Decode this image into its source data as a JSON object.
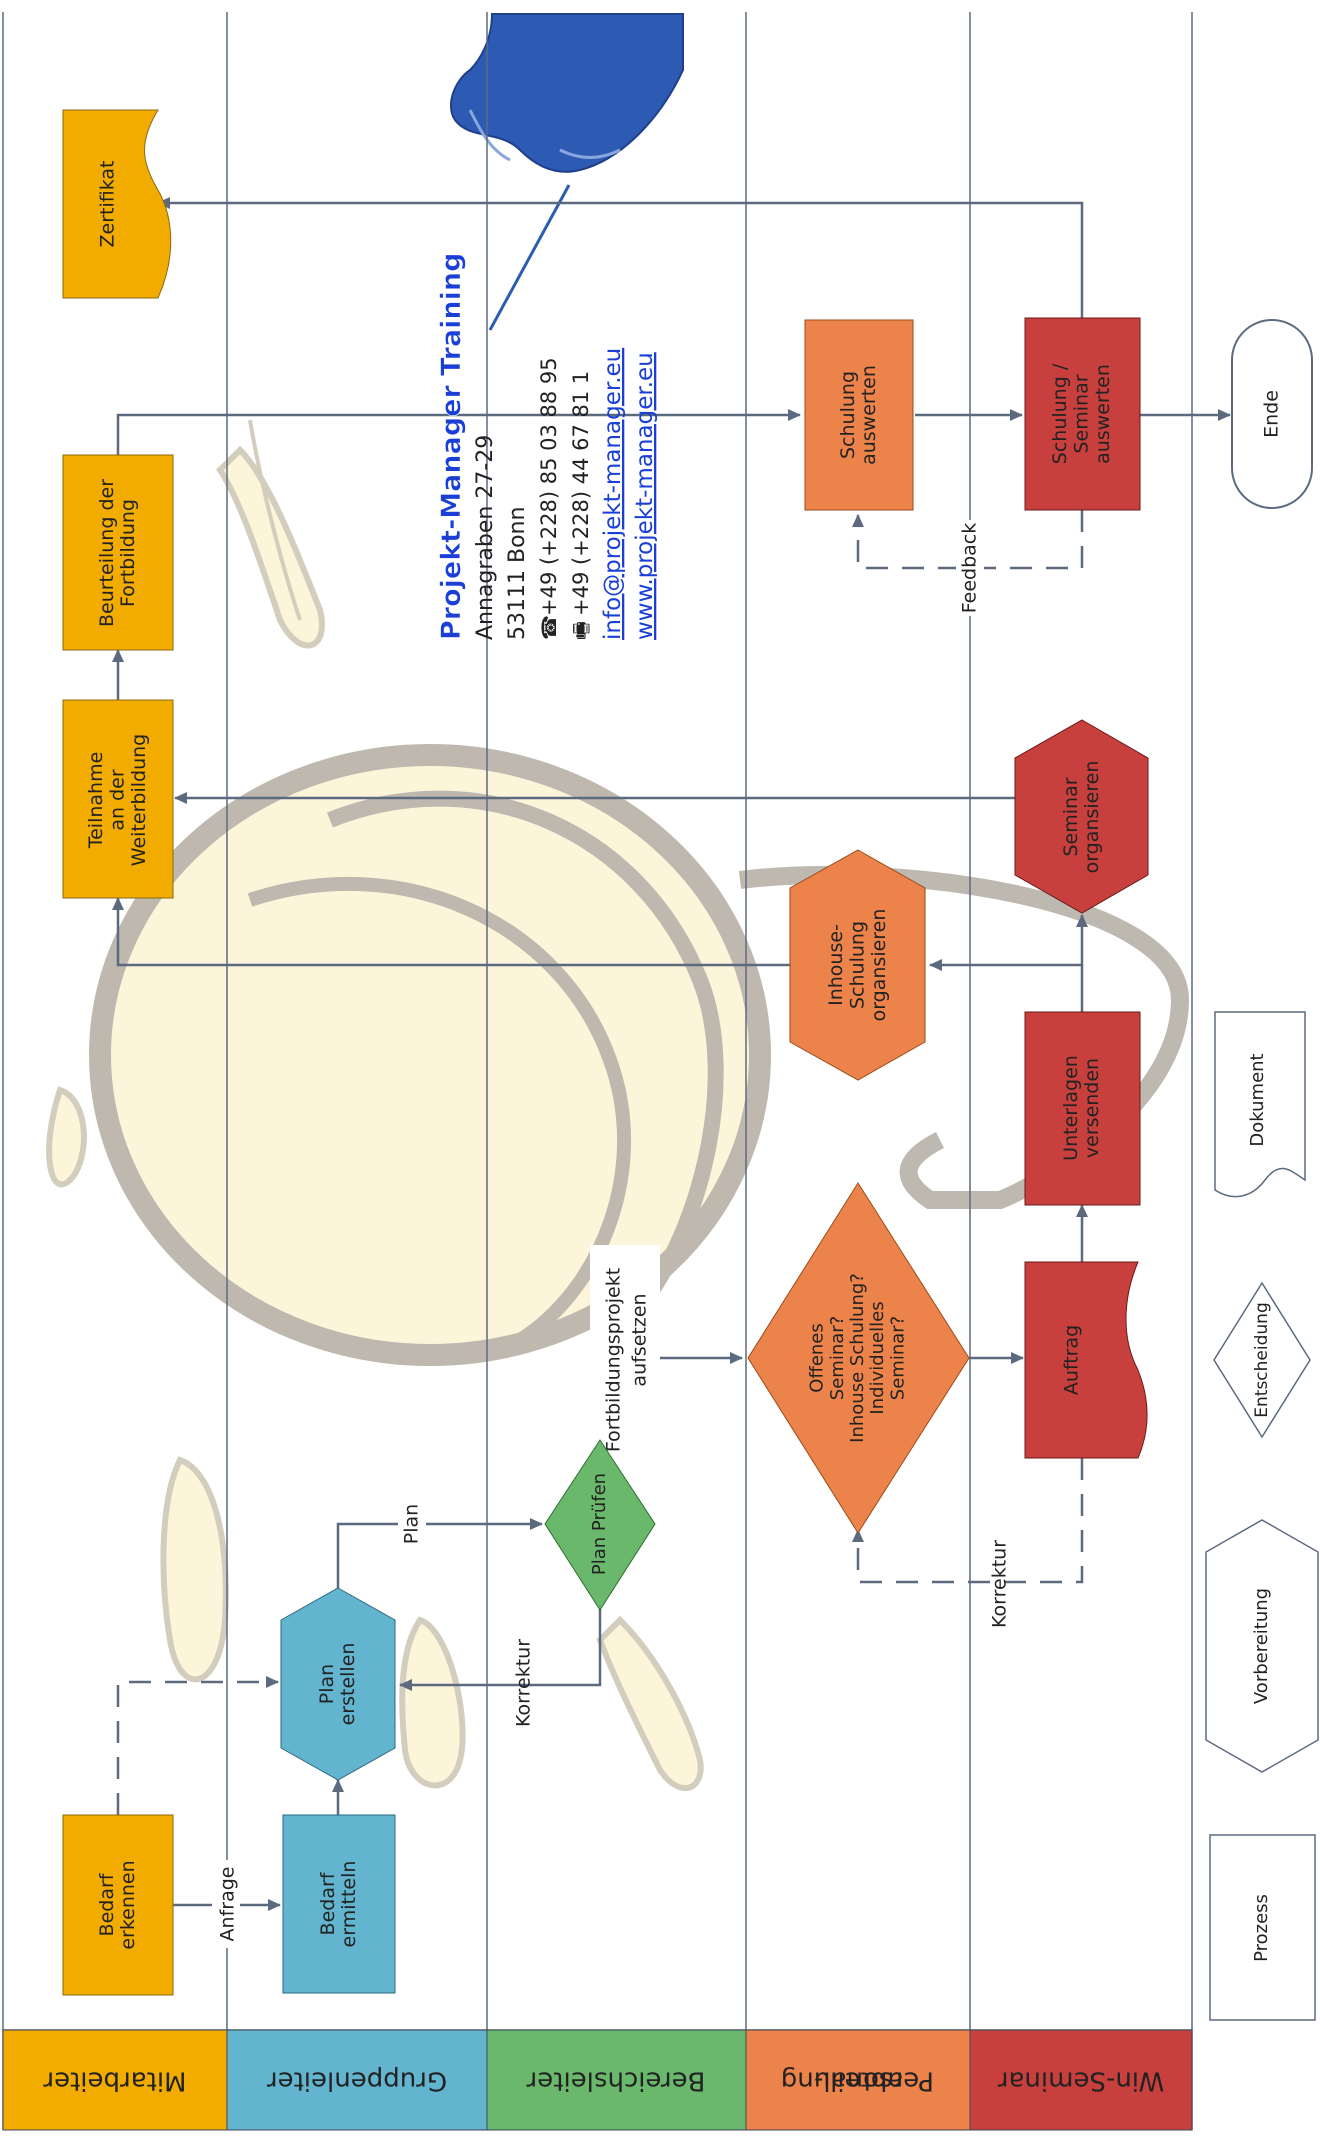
{
  "colors": {
    "mitarbeiter": "#f2ac00",
    "gruppenleiter": "#62b4cf",
    "bereichsleiter": "#6ab86c",
    "personal": "#ec834a",
    "winseminar": "#c8403d",
    "lines": "#5c6a80",
    "watermark": "#fdf4d6",
    "watermark_stroke": "#b7b1a7",
    "hand": "#2d5bb4",
    "link": "#1a3fd6"
  },
  "lanes": {
    "mitarbeiter": "Mitarbeiter",
    "gruppenleiter": "Gruppenleiter",
    "bereichsleiter": "Bereichsleiter",
    "personal_1": "Personal-",
    "personal_2": "abteilung",
    "winseminar": "Win-Seminar"
  },
  "nodes": {
    "bedarf_erkennen": [
      "Bedarf",
      "erkennen"
    ],
    "teilnahme": [
      "Teilnahme",
      "an der",
      "Weiterbildung"
    ],
    "beurteilung": [
      "Beurteilung der",
      "Fortbildung"
    ],
    "zertifikat": [
      "Zertifikat"
    ],
    "bedarf_ermitteln": [
      "Bedarf",
      "ermitteln"
    ],
    "plan_erstellen": [
      "Plan",
      "erstellen"
    ],
    "plan_pruefen": [
      "Plan Prüfen"
    ],
    "entscheidung": [
      "Offenes",
      "Seminar?",
      "Inhouse Schulung?",
      "Individuelles",
      "Seminar?"
    ],
    "inhouse": [
      "Inhouse-",
      "Schulung",
      "organsieren"
    ],
    "schulung_auswerten": [
      "Schulung",
      "auswerten"
    ],
    "auftrag": [
      "Auftrag"
    ],
    "unterlagen": [
      "Unterlagen",
      "versenden"
    ],
    "seminar_org": [
      "Seminar",
      "organsieren"
    ],
    "schulung_seminar": [
      "Schulung /",
      "Seminar",
      "auswerten"
    ],
    "ende": [
      "Ende"
    ]
  },
  "edge_labels": {
    "anfrage": "Anfrage",
    "plan": "Plan",
    "korrektur_plan": "Korrektur",
    "fortbildungsprojekt": [
      "Fortbildungsprojekt",
      "aufsetzen"
    ],
    "korrektur_auftrag": "Korrektur",
    "feedback": "Feedback"
  },
  "legend": {
    "prozess": "Prozess",
    "vorbereitung": "Vorbereitung",
    "entscheidung": "Entscheidung",
    "dokument": "Dokument"
  },
  "contact": {
    "company": "Projekt-Manager Training",
    "street": "Annagraben 27-29",
    "city": "53111 Bonn",
    "phone_icon": "phone-icon",
    "phone": "+49 (+228) 85 03 88 95",
    "fax_icon": "fax-icon",
    "fax": "+49 (+228) 44 67 81 1",
    "email": "info@projekt-manager.eu",
    "web": "www.projekt-manager.eu"
  }
}
